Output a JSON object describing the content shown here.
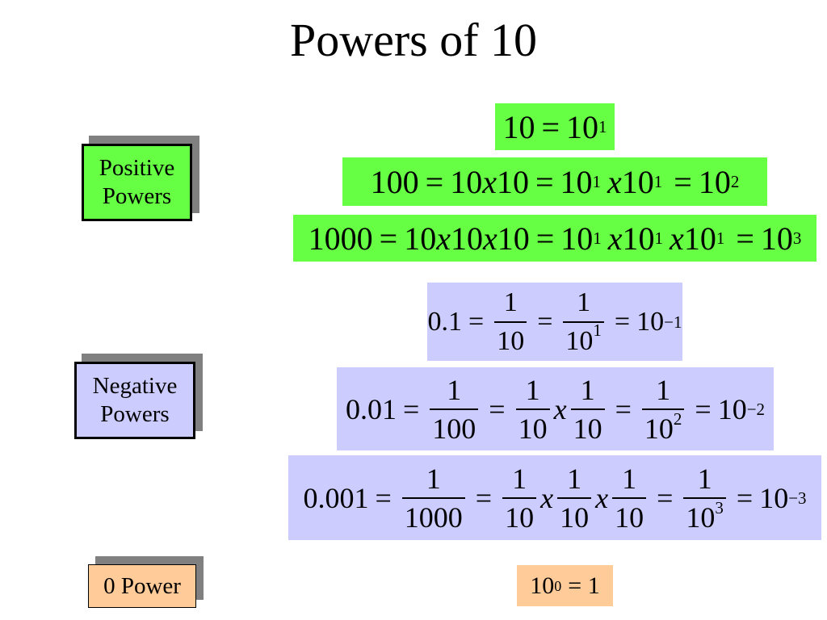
{
  "title": "Powers of 10",
  "colors": {
    "positive_bg": "#66ff44",
    "negative_bg": "#ccccff",
    "zero_bg": "#ffcc99",
    "label_shadow": "#808080"
  },
  "labels": {
    "positive_line1": "Positive",
    "positive_line2": "Powers",
    "negative_line1": "Negative",
    "negative_line2": "Powers",
    "zero": "0 Power"
  },
  "positive": {
    "eq1": {
      "a": "10",
      "b": "10",
      "e": "1"
    },
    "eq2": {
      "a": "100",
      "b": "10",
      "x1": "x",
      "c": "10",
      "d": "10",
      "de": "1",
      "x2": "x",
      "f": "10",
      "fe": "1",
      "g": "10",
      "ge": "2"
    },
    "eq3": {
      "a": "1000",
      "b": "10",
      "x1": "x",
      "c": "10",
      "x2": "x",
      "d": "10",
      "e": "10",
      "ee": "1",
      "x3": "x",
      "f": "10",
      "fe": "1",
      "x4": "x",
      "h": "10",
      "he": "1",
      "g": "10",
      "ge": "3"
    }
  },
  "negative": {
    "eq1": {
      "a": "0.1",
      "n1": "1",
      "d1": "10",
      "n2": "1",
      "d2": "10",
      "d2e": "1",
      "r": "10",
      "re": "−1"
    },
    "eq2": {
      "a": "0.01",
      "n1": "1",
      "d1": "100",
      "n2": "1",
      "d2": "10",
      "x": "x",
      "n3": "1",
      "d3": "10",
      "n4": "1",
      "d4": "10",
      "d4e": "2",
      "r": "10",
      "re": "−2"
    },
    "eq3": {
      "a": "0.001",
      "n1": "1",
      "d1": "1000",
      "n2": "1",
      "d2": "10",
      "x1": "x",
      "n3": "1",
      "d3": "10",
      "x2": "x",
      "n4": "1",
      "d4": "10",
      "n5": "1",
      "d5": "10",
      "d5e": "3",
      "r": "10",
      "re": "−3"
    }
  },
  "zero": {
    "base": "10",
    "exp": "0",
    "rhs": "= 1"
  },
  "equals": "="
}
